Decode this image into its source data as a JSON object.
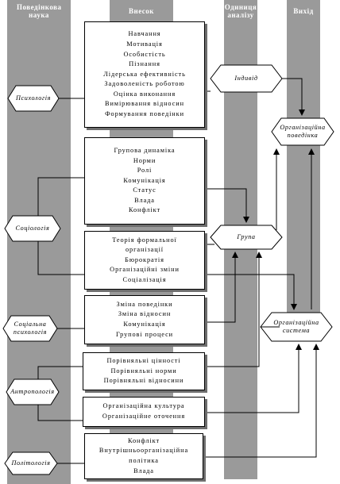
{
  "columns": [
    {
      "id": "behavioral-science",
      "title": "Поведінкова наука"
    },
    {
      "id": "contribution",
      "title": "Внесок"
    },
    {
      "id": "unit-of-analysis",
      "title": "Одиниця аналізу"
    },
    {
      "id": "output",
      "title": "Вихід"
    }
  ],
  "disciplines": [
    {
      "id": "psychology",
      "label": "Психологія"
    },
    {
      "id": "sociology",
      "label": "Соціологія"
    },
    {
      "id": "social-psychology",
      "label": "Соціальна психологія"
    },
    {
      "id": "anthropology",
      "label": "Антропологія"
    },
    {
      "id": "political-science",
      "label": "Політологія"
    }
  ],
  "contributions": [
    {
      "id": "psychology",
      "lines": [
        "Навчання",
        "Мотивація",
        "Особистість",
        "Пізнання",
        "Лідерська ефективність",
        "Задоволеність роботою",
        "Оцінка виконання",
        "Вимірювання відносин",
        "Формування поведінки"
      ]
    },
    {
      "id": "sociology-1",
      "lines": [
        "Групова динаміка",
        "Норми",
        "Ролі",
        "Комунікація",
        "Статус",
        "Влада",
        "Конфлікт"
      ]
    },
    {
      "id": "sociology-2",
      "lines": [
        "Теорія формальної",
        "організації",
        "Бюрократія",
        "Організаційні зміни",
        "Соціалізація"
      ]
    },
    {
      "id": "social-psychology",
      "lines": [
        "Зміна поведінки",
        "Зміна відносин",
        "Комунікація",
        "Групові процеси"
      ]
    },
    {
      "id": "anthropology-1",
      "lines": [
        "Порівняльні цінності",
        "Порівняльні норми",
        "Порівняльні відносини"
      ]
    },
    {
      "id": "anthropology-2",
      "lines": [
        "Організаційна культура",
        "Організаційне оточення"
      ]
    },
    {
      "id": "political-science",
      "lines": [
        "Конфлікт",
        "Внутрішньоорганізаційна",
        "політика",
        "Влада"
      ]
    }
  ],
  "units": [
    {
      "id": "individual",
      "label": "Індивід"
    },
    {
      "id": "group",
      "label": "Група"
    }
  ],
  "outputs": [
    {
      "id": "org-behavior",
      "lines": [
        "Організаційна",
        "поведінка"
      ]
    },
    {
      "id": "org-system",
      "lines": [
        "Організаційна",
        "система"
      ]
    }
  ]
}
